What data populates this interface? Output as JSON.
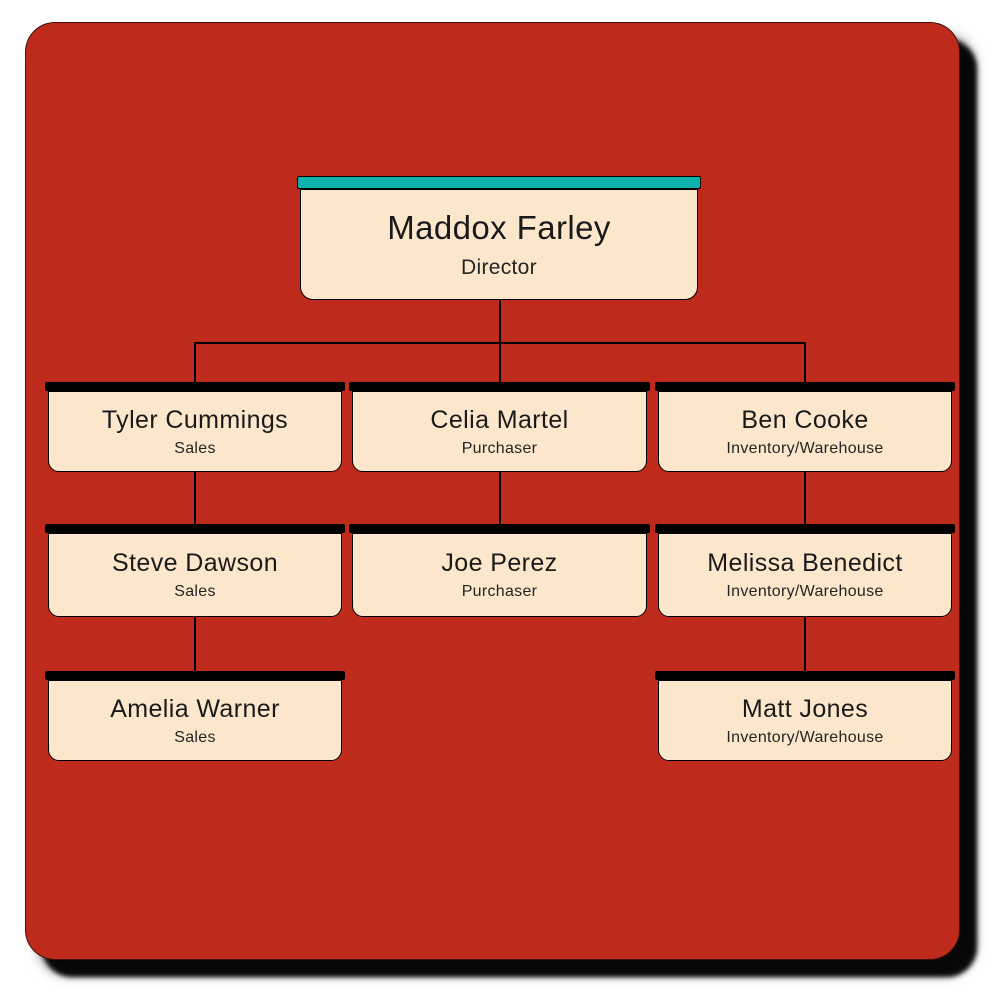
{
  "colors": {
    "page_background": "#ffffff",
    "board_fill": "#BE2B1C",
    "board_shadow": "#000000",
    "card_fill": "#FCE7CD",
    "director_accent_bar": "#0DB3AA",
    "subordinate_bar": "#000000",
    "connector_line": "#000000",
    "text": "#1A1A1A"
  },
  "org": {
    "nodes": [
      {
        "name": "Maddox Farley",
        "role": "Director",
        "level": 1,
        "reports_to": null
      },
      {
        "name": "Tyler Cummings",
        "role": "Sales",
        "level": 2,
        "reports_to": "Maddox Farley"
      },
      {
        "name": "Celia Martel",
        "role": "Purchaser",
        "level": 2,
        "reports_to": "Maddox Farley"
      },
      {
        "name": "Ben Cooke",
        "role": "Inventory/Warehouse",
        "level": 2,
        "reports_to": "Maddox Farley"
      },
      {
        "name": "Steve Dawson",
        "role": "Sales",
        "level": 3,
        "reports_to": "Tyler Cummings"
      },
      {
        "name": "Joe Perez",
        "role": "Purchaser",
        "level": 3,
        "reports_to": "Celia Martel"
      },
      {
        "name": "Melissa Benedict",
        "role": "Inventory/Warehouse",
        "level": 3,
        "reports_to": "Ben Cooke"
      },
      {
        "name": "Amelia Warner",
        "role": "Sales",
        "level": 4,
        "reports_to": "Steve Dawson"
      },
      {
        "name": "Matt Jones",
        "role": "Inventory/Warehouse",
        "level": 4,
        "reports_to": "Melissa Benedict"
      }
    ]
  }
}
